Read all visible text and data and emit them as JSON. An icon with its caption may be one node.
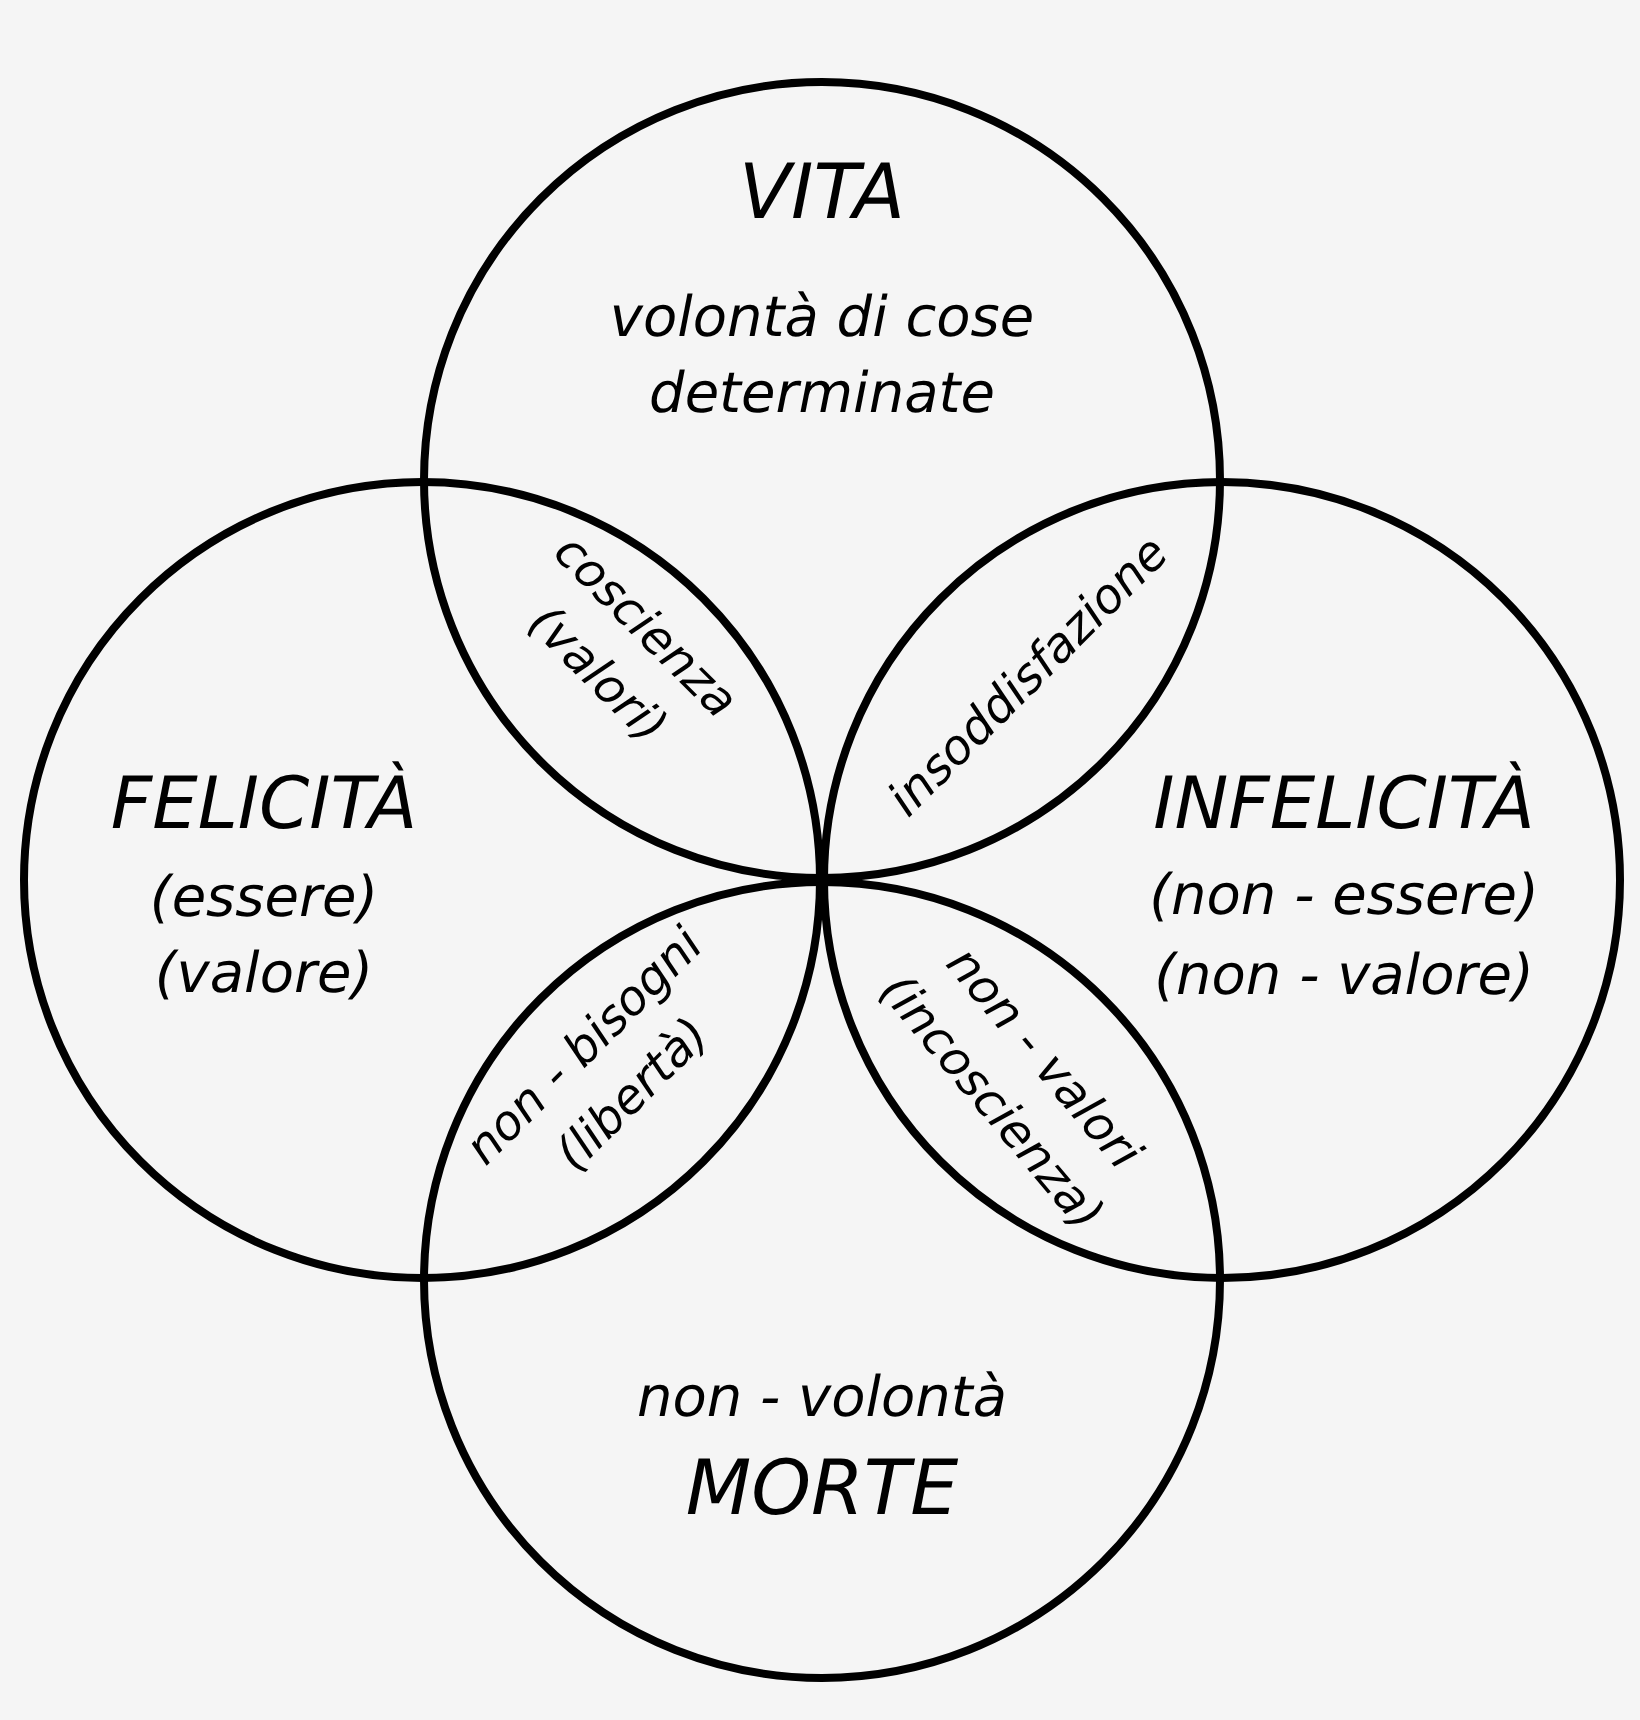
{
  "diagram": {
    "nodes": [
      {
        "text": [
          "VITA",
          "volontà di cose determinate"
        ]
      },
      {
        "text": [
          "FELICITÀ",
          "(essere)",
          "(valore)"
        ]
      },
      {
        "text": [
          "INFELICITÀ",
          "(non - essere)",
          "(non - valore)"
        ]
      },
      {
        "text": [
          "non - volontà",
          "MORTE"
        ]
      }
    ],
    "labels": [
      "coscienza",
      "(valori)",
      "insoddisfazione",
      "non - bisogni",
      "(libertà)",
      "non - valori",
      "(incoscienza)"
    ]
  }
}
